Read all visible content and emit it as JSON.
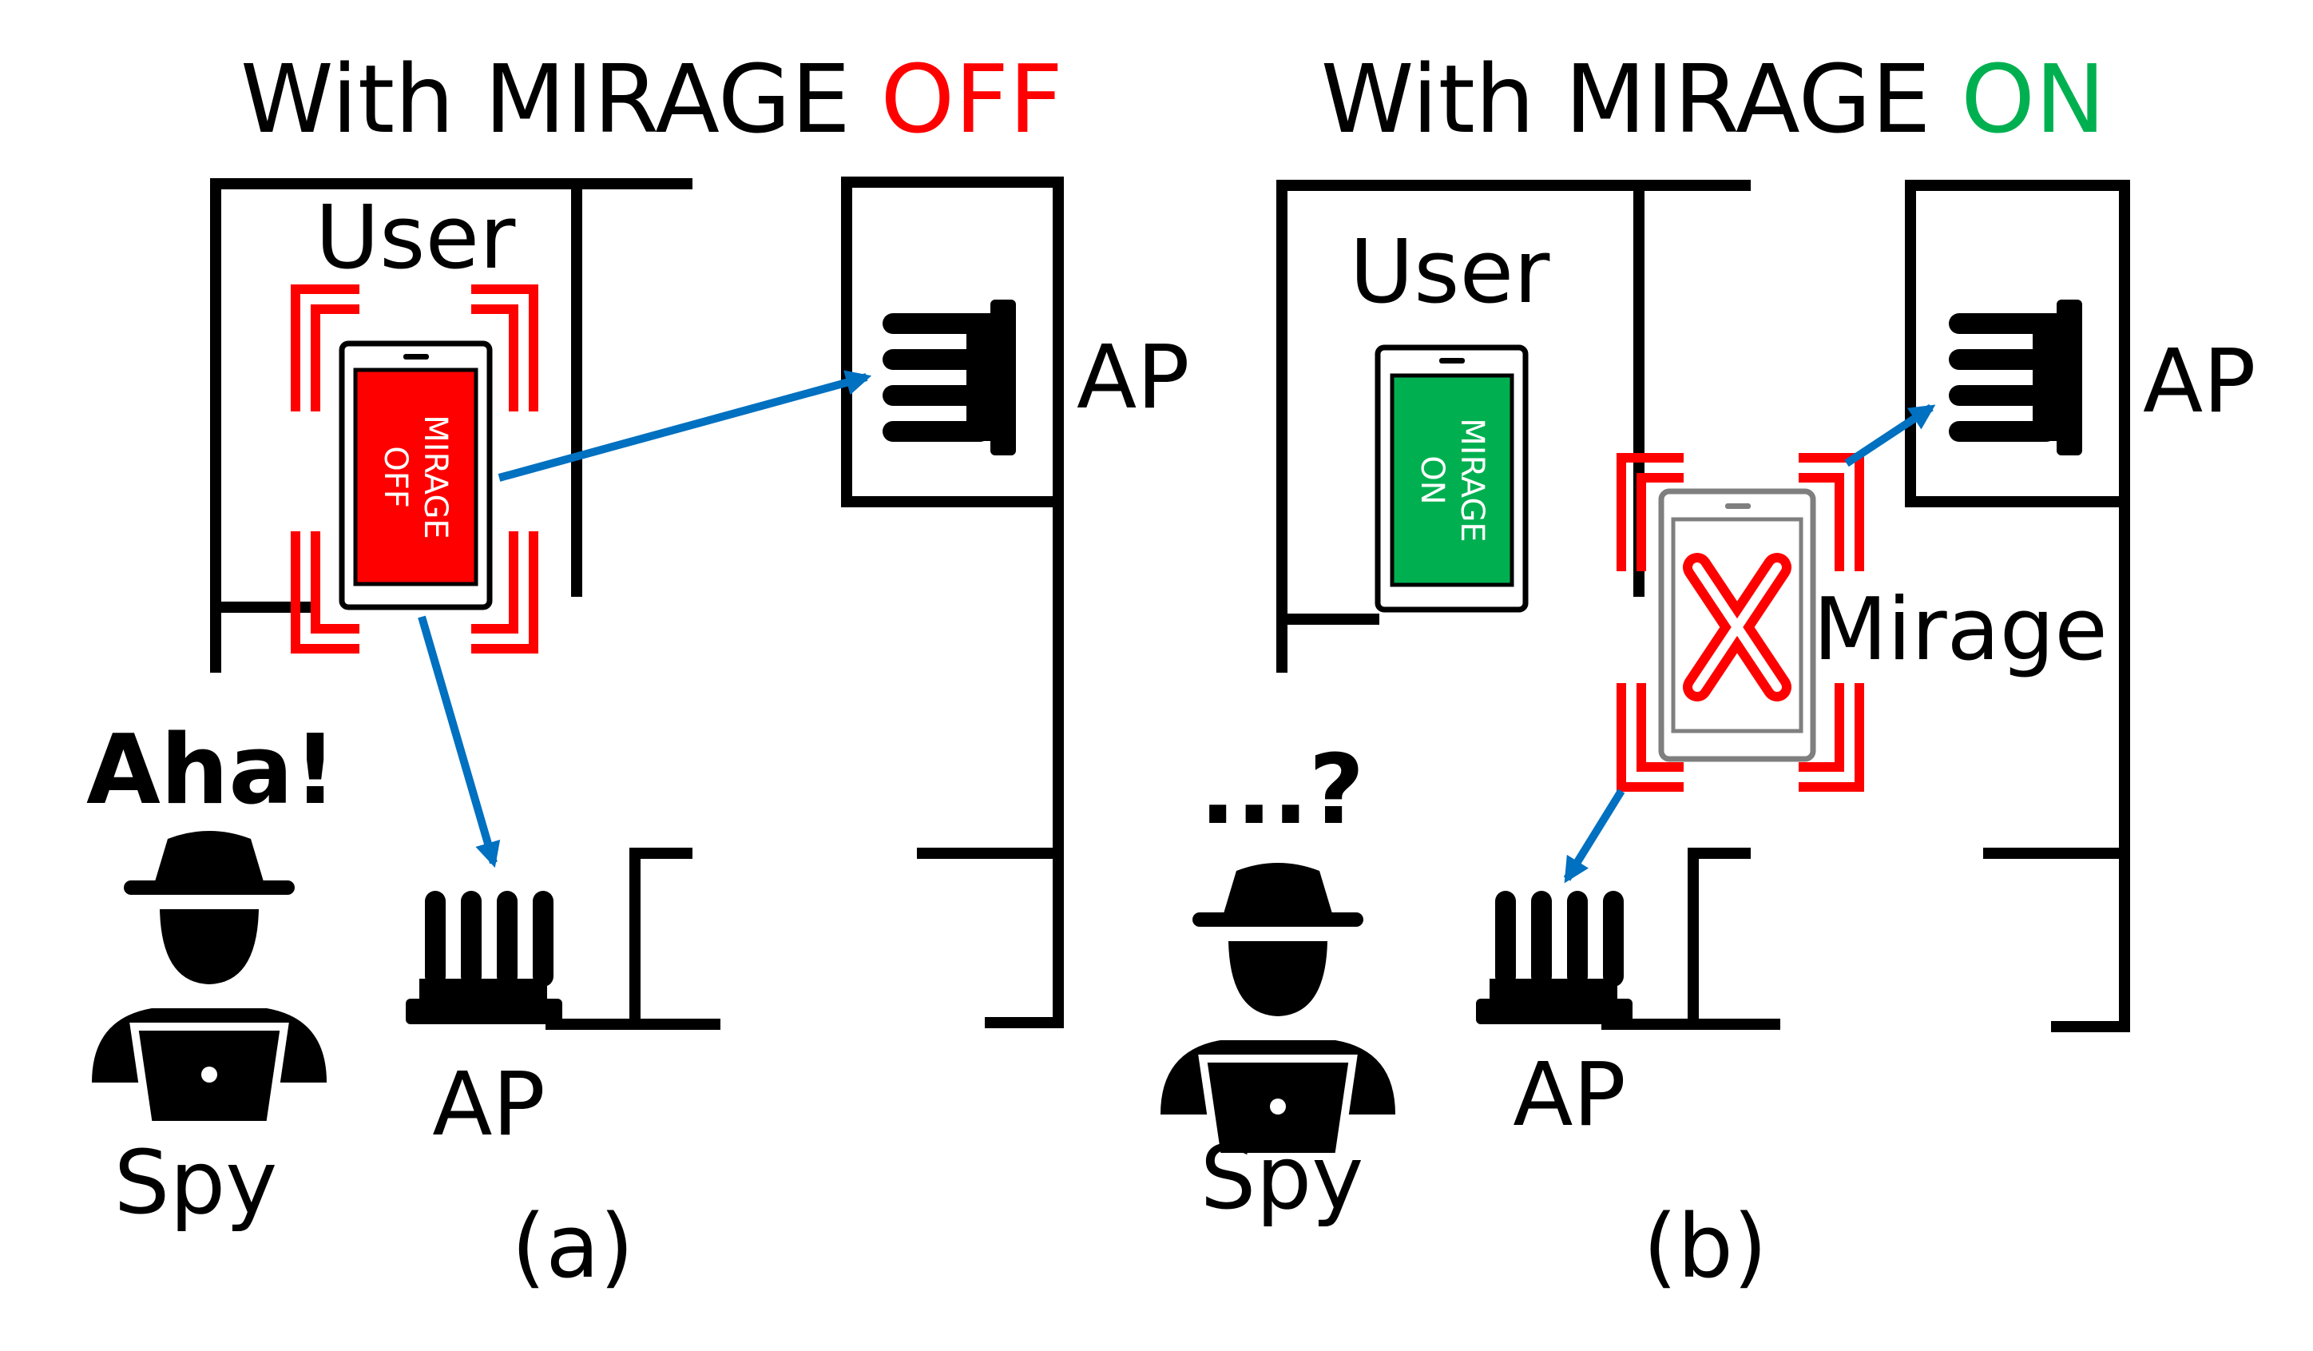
{
  "panel_a": {
    "title_prefix": "With MIRAGE ",
    "title_state": "OFF",
    "user_label": "User",
    "phone_line1": "MIRAGE",
    "phone_line2": "OFF",
    "ap_right_label": "AP",
    "ap_bottom_label": "AP",
    "exclaim": "Aha!",
    "spy_label": "Spy",
    "caption": "(a)"
  },
  "panel_b": {
    "title_prefix": "With MIRAGE ",
    "title_state": "ON",
    "user_label": "User",
    "phone_line1": "MIRAGE",
    "phone_line2": "ON",
    "mirage_label": "Mirage",
    "ap_right_label": "AP",
    "ap_bottom_label": "AP",
    "question": "...?",
    "spy_label": "Spy",
    "caption": "(b)"
  },
  "colors": {
    "off_red": "#ff0000",
    "on_green": "#00b050",
    "arrow_blue": "#0070c0",
    "wall_black": "#000000",
    "decoy_gray": "#7f7f7f"
  }
}
